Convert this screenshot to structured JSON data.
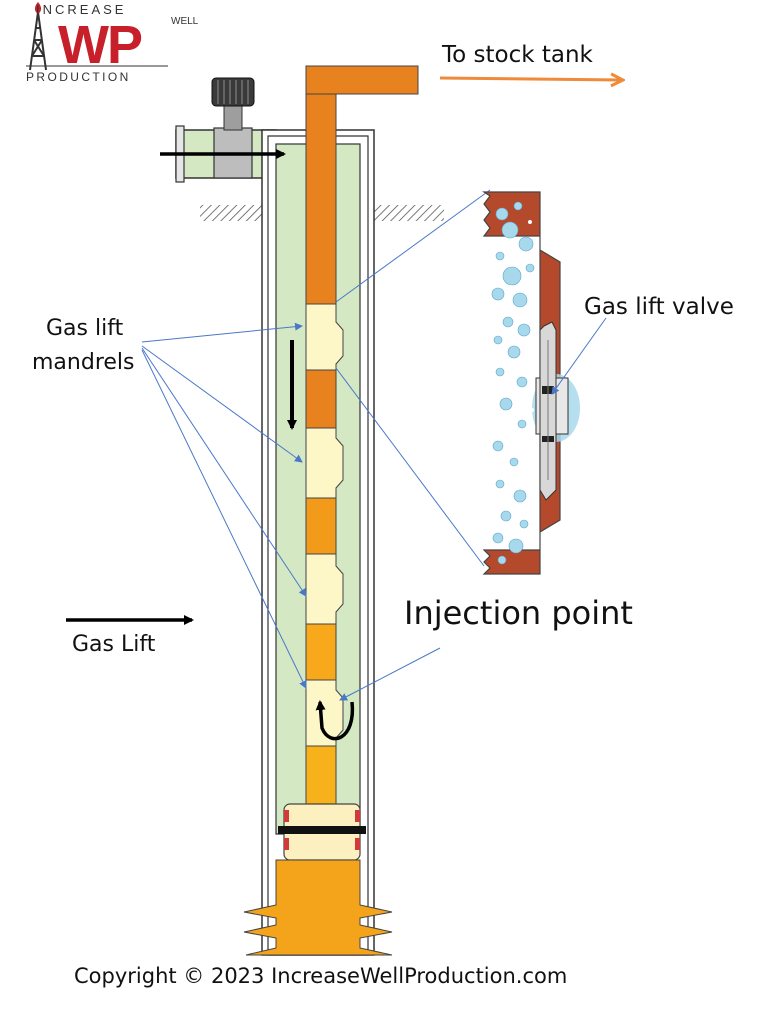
{
  "logo": {
    "top_text": "INCREASE",
    "main_text": "WP",
    "side_text": "WELL",
    "bottom_text": "PRODUCTION"
  },
  "labels": {
    "to_stock_tank": "To stock tank",
    "gas_lift_mandrels_line1": "Gas lift",
    "gas_lift_mandrels_line2": "mandrels",
    "gas_lift": "Gas Lift",
    "gas_lift_valve": "Gas lift valve",
    "injection_point": "Injection point",
    "copyright": "Copyright © 2023 IncreaseWellProduction.com"
  },
  "colors": {
    "annulus_green": "#d4e8c4",
    "tubing_orange": "#e8821e",
    "tubing_lower": "#f7b21b",
    "mandrel_cream": "#fdf7c8",
    "valve_panel_brown": "#b5492c",
    "bubble_blue": "#a8d8ec",
    "outflow_arrow": "#ef8a3a",
    "leader_line_blue": "#4a78c8",
    "logo_red": "#c8202a"
  }
}
